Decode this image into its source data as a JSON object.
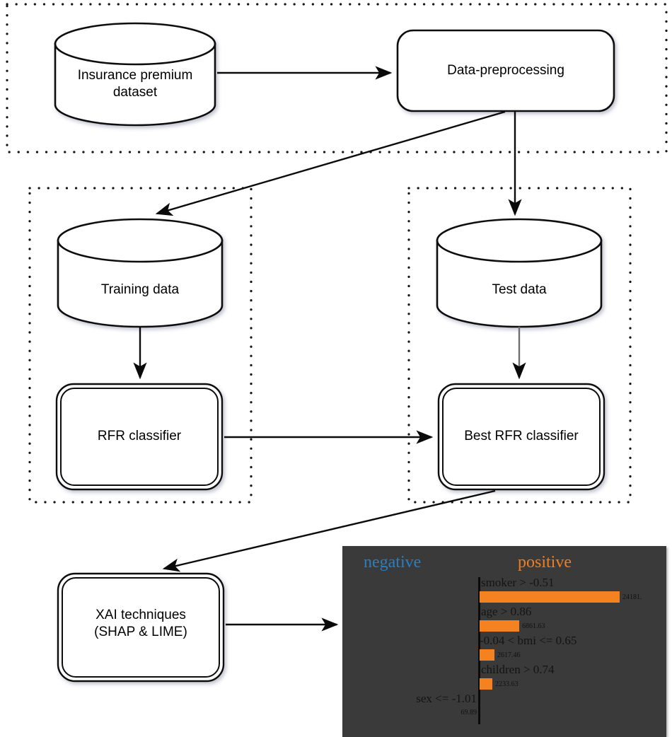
{
  "diagram": {
    "title": "Insurance premium prediction XAI pipeline",
    "groups": [
      {
        "name": "data-ingestion-group"
      },
      {
        "name": "training-group"
      },
      {
        "name": "testing-group"
      }
    ],
    "nodes": {
      "dataset": {
        "label": "Insurance premium\ndataset",
        "shape": "cylinder"
      },
      "preprocessing": {
        "label": "Data-preprocessing",
        "shape": "rounded-rect"
      },
      "training_data": {
        "label": "Training data",
        "shape": "cylinder"
      },
      "test_data": {
        "label": "Test data",
        "shape": "cylinder"
      },
      "rfr_classifier": {
        "label": "RFR classifier",
        "shape": "double-rounded-rect"
      },
      "best_rfr_classifier": {
        "label": "Best RFR classifier",
        "shape": "double-rounded-rect"
      },
      "xai": {
        "label": "XAI techniques\n(SHAP & LIME)",
        "shape": "double-rounded-rect"
      }
    },
    "edges": [
      {
        "from": "dataset",
        "to": "preprocessing"
      },
      {
        "from": "preprocessing",
        "to": "training_data"
      },
      {
        "from": "preprocessing",
        "to": "test_data"
      },
      {
        "from": "training_data",
        "to": "rfr_classifier"
      },
      {
        "from": "test_data",
        "to": "best_rfr_classifier"
      },
      {
        "from": "rfr_classifier",
        "to": "best_rfr_classifier"
      },
      {
        "from": "best_rfr_classifier",
        "to": "xai"
      },
      {
        "from": "xai",
        "to": "lime_chart"
      }
    ]
  },
  "chart_data": {
    "type": "bar",
    "title": "",
    "orientation": "horizontal",
    "background": "#3a3a3a",
    "bar_color": "#f58220",
    "negative_color": "#2a7fc0",
    "positive_color": "#f07e1f",
    "legend": {
      "negative_label": "negative",
      "positive_label": "positive",
      "position": "top"
    },
    "xlabel": "",
    "ylabel": "",
    "axis_zero_line": true,
    "categories": [
      "smoker > -0.51",
      "age > 0.86",
      "-0.04 < bmi <= 0.65",
      "children > 0.74",
      "sex <= -1.01"
    ],
    "values": [
      24181.0,
      6861.63,
      2617.46,
      2233.63,
      69.89
    ],
    "value_labels": [
      "24181.",
      "6861.63",
      "2617.46",
      "2233.63",
      "69.89"
    ],
    "xlim": [
      0,
      25000
    ]
  }
}
